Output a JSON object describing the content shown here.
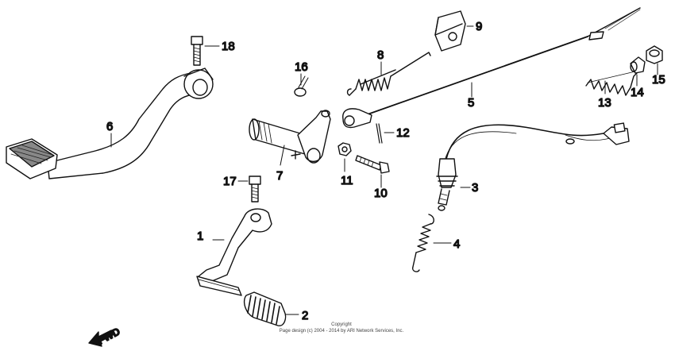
{
  "diagram": {
    "parts": [
      {
        "num": "1"
      },
      {
        "num": "2"
      },
      {
        "num": "3"
      },
      {
        "num": "4"
      },
      {
        "num": "5"
      },
      {
        "num": "6"
      },
      {
        "num": "7"
      },
      {
        "num": "8"
      },
      {
        "num": "9"
      },
      {
        "num": "10"
      },
      {
        "num": "11"
      },
      {
        "num": "12"
      },
      {
        "num": "13"
      },
      {
        "num": "14"
      },
      {
        "num": "15"
      },
      {
        "num": "16"
      },
      {
        "num": "17"
      },
      {
        "num": "18"
      }
    ],
    "direction_label": "FWD",
    "copyright_title": "Copyright",
    "copyright_text": "Page design (c) 2004 - 2014 by ARI Network Services, Inc."
  }
}
